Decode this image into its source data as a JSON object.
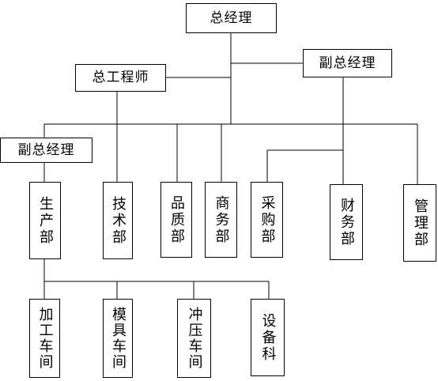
{
  "org_chart": {
    "gm": "总经理",
    "vgm_top": "副总经理",
    "chief_engineer": "总工程师",
    "vgm_left": "副总经理",
    "departments": {
      "production": "生产部",
      "technology": "技术部",
      "quality": "品质部",
      "business": "商务部",
      "purchasing": "采购部",
      "finance": "财务部",
      "management": "管理部"
    },
    "workshops": {
      "processing": "加工车间",
      "mold": "模具车间",
      "stamping": "冲压车间",
      "equipment": "设备科"
    }
  },
  "colors": {
    "line": "#000000",
    "box_border": "#000000",
    "background": "#ffffff"
  }
}
